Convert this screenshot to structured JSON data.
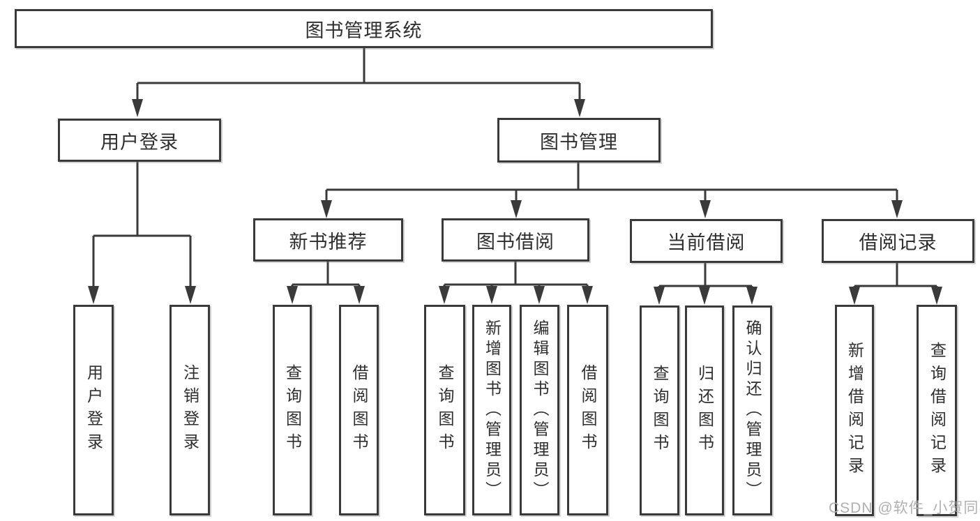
{
  "tree": {
    "label": "图书管理系统",
    "children": [
      {
        "label": "用户登录",
        "children": [
          {
            "label": "用户登录"
          },
          {
            "label": "注销登录"
          }
        ]
      },
      {
        "label": "图书管理",
        "children": [
          {
            "label": "新书推荐",
            "children": [
              {
                "label": "查询图书"
              },
              {
                "label": "借阅图书"
              }
            ]
          },
          {
            "label": "图书借阅",
            "children": [
              {
                "label": "查询图书"
              },
              {
                "label": "新增图书（管理员）"
              },
              {
                "label": "编辑图书（管理员）"
              },
              {
                "label": "借阅图书"
              }
            ]
          },
          {
            "label": "当前借阅",
            "children": [
              {
                "label": "查询图书"
              },
              {
                "label": "归还图书"
              },
              {
                "label": "确认归还（管理员）"
              }
            ]
          },
          {
            "label": "借阅记录",
            "children": [
              {
                "label": "新增借阅记录"
              },
              {
                "label": "查询借阅记录"
              }
            ]
          }
        ]
      }
    ]
  },
  "watermark": "CSDN @软件_小贺同学",
  "colors": {
    "line": "#3a3a3a",
    "box_border": "#3a3a3a",
    "background": "#ffffff",
    "text": "#2e2e2e",
    "watermark": "#b0b0b0"
  }
}
